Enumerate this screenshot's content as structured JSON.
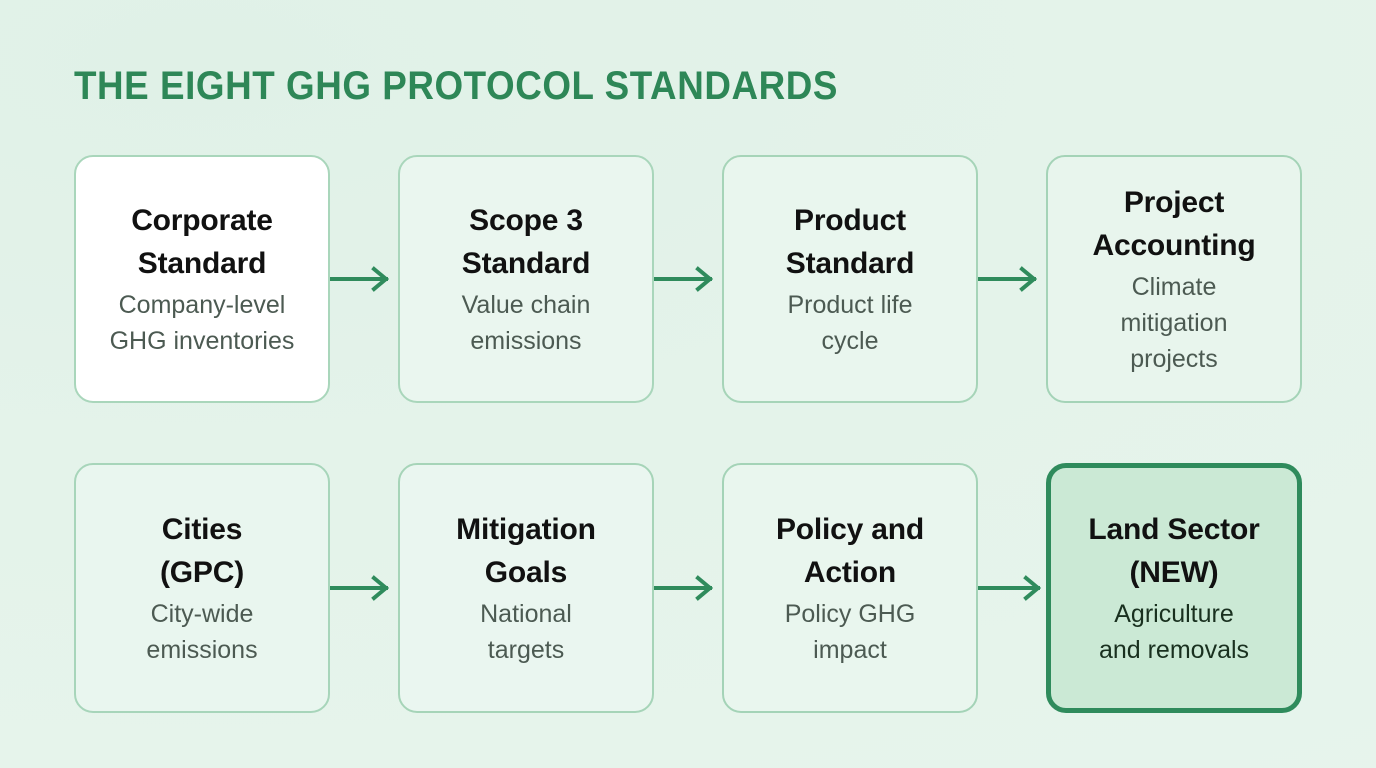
{
  "page": {
    "title": "THE EIGHT GHG PROTOCOL STANDARDS",
    "background_color": "#e4f3ea",
    "accent_color": "#2e8757",
    "highlight_fill": "#cbe9d5",
    "highlight_border": "#2f8b5c",
    "arrow_color": "#2f8b5c"
  },
  "flow": {
    "arrow_icon": "arrow-right-icon",
    "rows": [
      {
        "cards": [
          {
            "title": "Corporate Standard",
            "title_lines": [
              "Corporate",
              "Standard"
            ],
            "subtitle": "Company-level GHG inventories",
            "subtitle_lines": [
              "Company-level",
              "GHG inventories"
            ],
            "highlight": false
          },
          {
            "title": "Scope 3 Standard",
            "title_lines": [
              "Scope 3",
              "Standard"
            ],
            "subtitle": "Value chain emissions",
            "subtitle_lines": [
              "Value chain",
              "emissions"
            ],
            "highlight": false
          },
          {
            "title": "Product Standard",
            "title_lines": [
              "Product",
              "Standard"
            ],
            "subtitle": "Product life cycle",
            "subtitle_lines": [
              "Product life",
              "cycle"
            ],
            "highlight": false
          },
          {
            "title": "Project Accounting",
            "title_lines": [
              "Project",
              "Accounting"
            ],
            "subtitle": "Climate mitigation projects",
            "subtitle_lines": [
              "Climate",
              "mitigation",
              "projects"
            ],
            "highlight": false
          }
        ]
      },
      {
        "cards": [
          {
            "title": "Cities (GPC)",
            "title_lines": [
              "Cities",
              "(GPC)"
            ],
            "subtitle": "City-wide emissions",
            "subtitle_lines": [
              "City-wide",
              "emissions"
            ],
            "highlight": false
          },
          {
            "title": "Mitigation Goals",
            "title_lines": [
              "Mitigation",
              "Goals"
            ],
            "subtitle": "National targets",
            "subtitle_lines": [
              "National",
              "targets"
            ],
            "highlight": false
          },
          {
            "title": "Policy and Action",
            "title_lines": [
              "Policy and",
              "Action"
            ],
            "subtitle": "Policy GHG impact",
            "subtitle_lines": [
              "Policy GHG",
              "impact"
            ],
            "highlight": false
          },
          {
            "title": "Land Sector (NEW)",
            "title_lines": [
              "Land Sector",
              "(NEW)"
            ],
            "subtitle": "Agriculture and removals",
            "subtitle_lines": [
              "Agriculture",
              "and removals"
            ],
            "highlight": true
          }
        ]
      }
    ]
  }
}
